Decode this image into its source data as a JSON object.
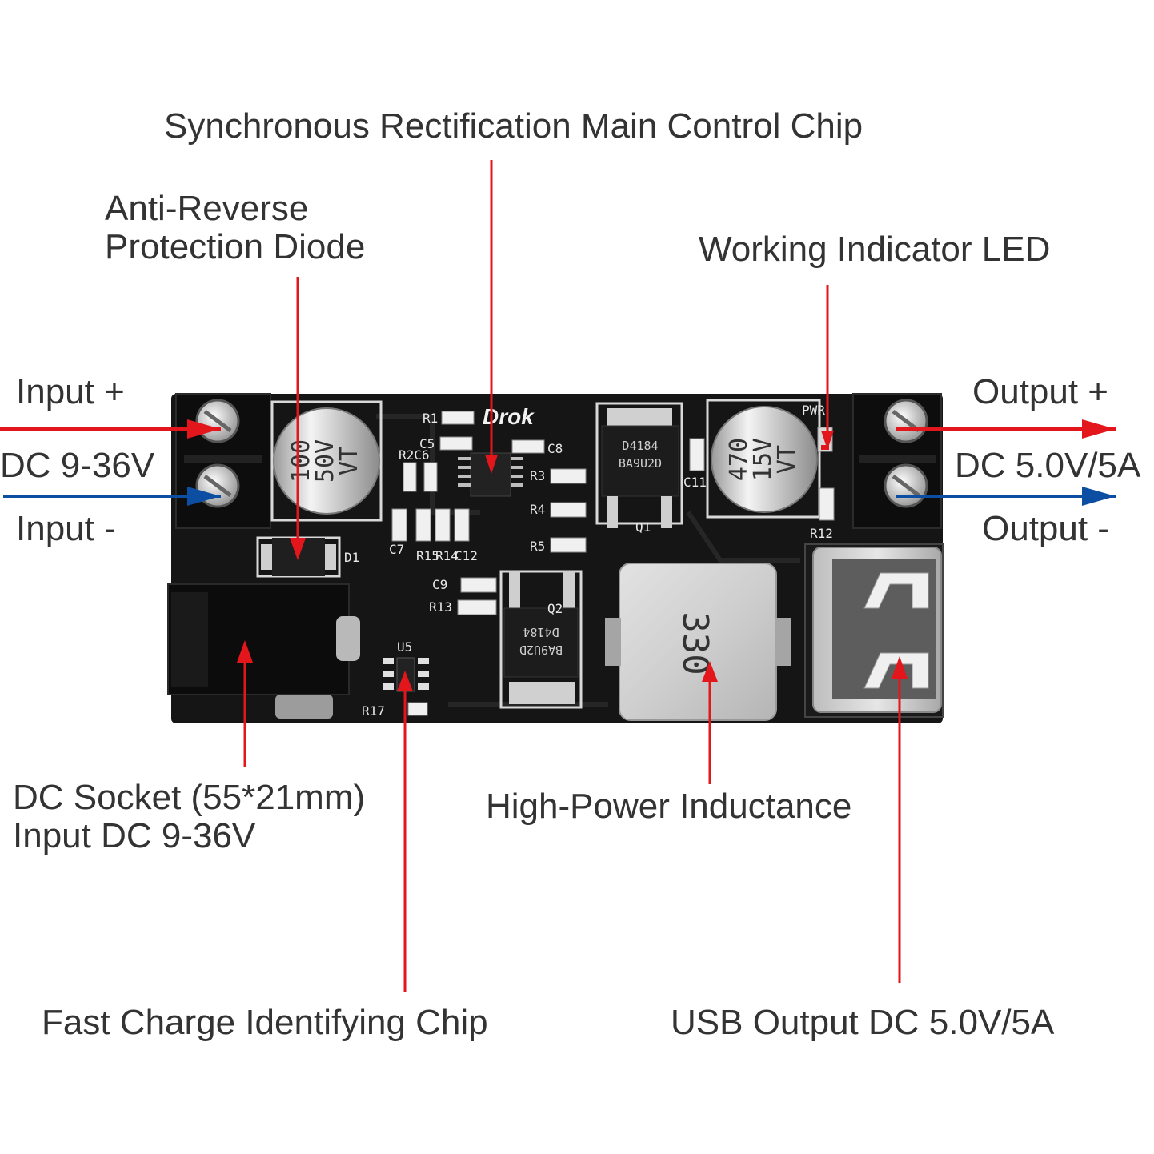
{
  "labels": {
    "sync_chip": "Synchronous Rectification Main Control Chip",
    "diode_line1": "Anti-Reverse",
    "diode_line2": "Protection Diode",
    "led": "Working Indicator LED",
    "input_plus": "Input +",
    "input_voltage": "DC 9-36V",
    "input_minus": "Input -",
    "output_plus": "Output +",
    "output_voltage": "DC 5.0V/5A",
    "output_minus": "Output -",
    "socket_line1": "DC Socket (55*21mm)",
    "socket_line2": "Input DC 9-36V",
    "inductance": "High-Power Inductance",
    "fast_charge": "Fast Charge Identifying Chip",
    "usb_output": "USB Output DC 5.0V/5A"
  },
  "board": {
    "brand": "Drok",
    "cap_in": [
      "100",
      "50V",
      "VT"
    ],
    "cap_out": [
      "470",
      "15V",
      "VT"
    ],
    "mosfet_top": [
      "D4184",
      "BA9U2D"
    ],
    "mosfet_bottom": [
      "BA9U2D",
      "D4184"
    ],
    "inductor_value": "330",
    "refs": {
      "r1": "R1",
      "c5": "C5",
      "r2c6": "R2C6",
      "c8": "C8",
      "r3": "R3",
      "r4": "R4",
      "r5": "R5",
      "c7": "C7",
      "r15": "R15",
      "r14": "R14",
      "c12": "C12",
      "c9": "C9",
      "r13": "R13",
      "q1": "Q1",
      "q2": "Q2",
      "u5": "U5",
      "r17": "R17",
      "d1": "D1",
      "c11": "C11",
      "pwr": "PWR",
      "r12": "R12"
    }
  },
  "colors": {
    "arrow_red": "#e3161c",
    "arrow_blue": "#0b4ea2",
    "board": "#151515",
    "silk": "#e8e8e8"
  }
}
